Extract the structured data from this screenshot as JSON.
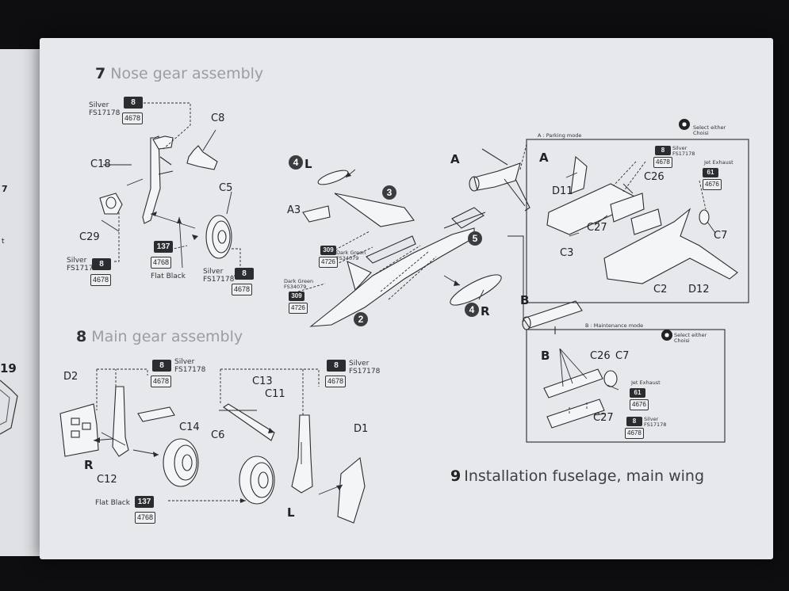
{
  "left_page": {
    "fragments": [
      "7",
      "t",
      "19"
    ]
  },
  "step7": {
    "number": "7",
    "title": "Nose gear assembly",
    "parts": [
      "C8",
      "C18",
      "C5",
      "C29"
    ],
    "paints": [
      {
        "name": "Silver",
        "fs": "FS17178",
        "chip": "8",
        "code": "4678"
      },
      {
        "name": "Silver",
        "fs": "FS17178",
        "chip": "8",
        "code": "4678"
      },
      {
        "name": "Flat Black",
        "chip": "137",
        "code": "4768"
      },
      {
        "name": "Silver",
        "fs": "FS17178",
        "chip": "8",
        "code": "4678"
      }
    ]
  },
  "step8": {
    "number": "8",
    "title": "Main gear assembly",
    "parts": [
      "D2",
      "C14",
      "C6",
      "C12",
      "C13",
      "C11",
      "D1"
    ],
    "side_labels": [
      "R",
      "L"
    ],
    "paints": [
      {
        "name": "Silver",
        "fs": "FS17178",
        "chip": "8",
        "code": "4678"
      },
      {
        "name": "Silver",
        "fs": "FS17178",
        "chip": "8",
        "code": "4678"
      },
      {
        "name": "Flat Black",
        "chip": "137",
        "code": "4768"
      }
    ]
  },
  "step9": {
    "number": "9",
    "title": "Installation fuselage, main wing",
    "parts": [
      "A3"
    ],
    "callouts": [
      "2",
      "3",
      "4",
      "5",
      "4",
      "L",
      "R"
    ],
    "mode_labels": [
      "A",
      "B"
    ],
    "paints": [
      {
        "name": "Dark Green",
        "fs": "FS34079",
        "chip": "309",
        "code": "4726"
      },
      {
        "name": "Dark Green",
        "fs": "FS34079",
        "chip": "309",
        "code": "4726"
      }
    ]
  },
  "option_a": {
    "header": "A : Parking mode",
    "letter": "A",
    "select_text": "Select either",
    "select_text2": "Choisi",
    "parts": [
      "D11",
      "C26",
      "C27",
      "C3",
      "C7",
      "C2",
      "D12"
    ],
    "paints": [
      {
        "name": "Silver",
        "fs": "FS17178",
        "chip": "8",
        "code": "4678"
      },
      {
        "name": "Jet Exhaust",
        "chip": "61",
        "code": "4676"
      }
    ]
  },
  "option_b": {
    "header": "B : Maintenance mode",
    "letter": "B",
    "select_text": "Select either",
    "select_text2": "Choisi",
    "parts": [
      "C26",
      "C7",
      "C27"
    ],
    "paints": [
      {
        "name": "Jet Exhaust",
        "chip": "61",
        "code": "4676"
      },
      {
        "name": "Silver",
        "fs": "FS17178",
        "chip": "8",
        "code": "4678"
      }
    ]
  },
  "colors": {
    "paper": "#e6e8ec",
    "ink": "#2a2c30",
    "heading_gray": "#9a9da2",
    "background": "#0e0e10"
  }
}
